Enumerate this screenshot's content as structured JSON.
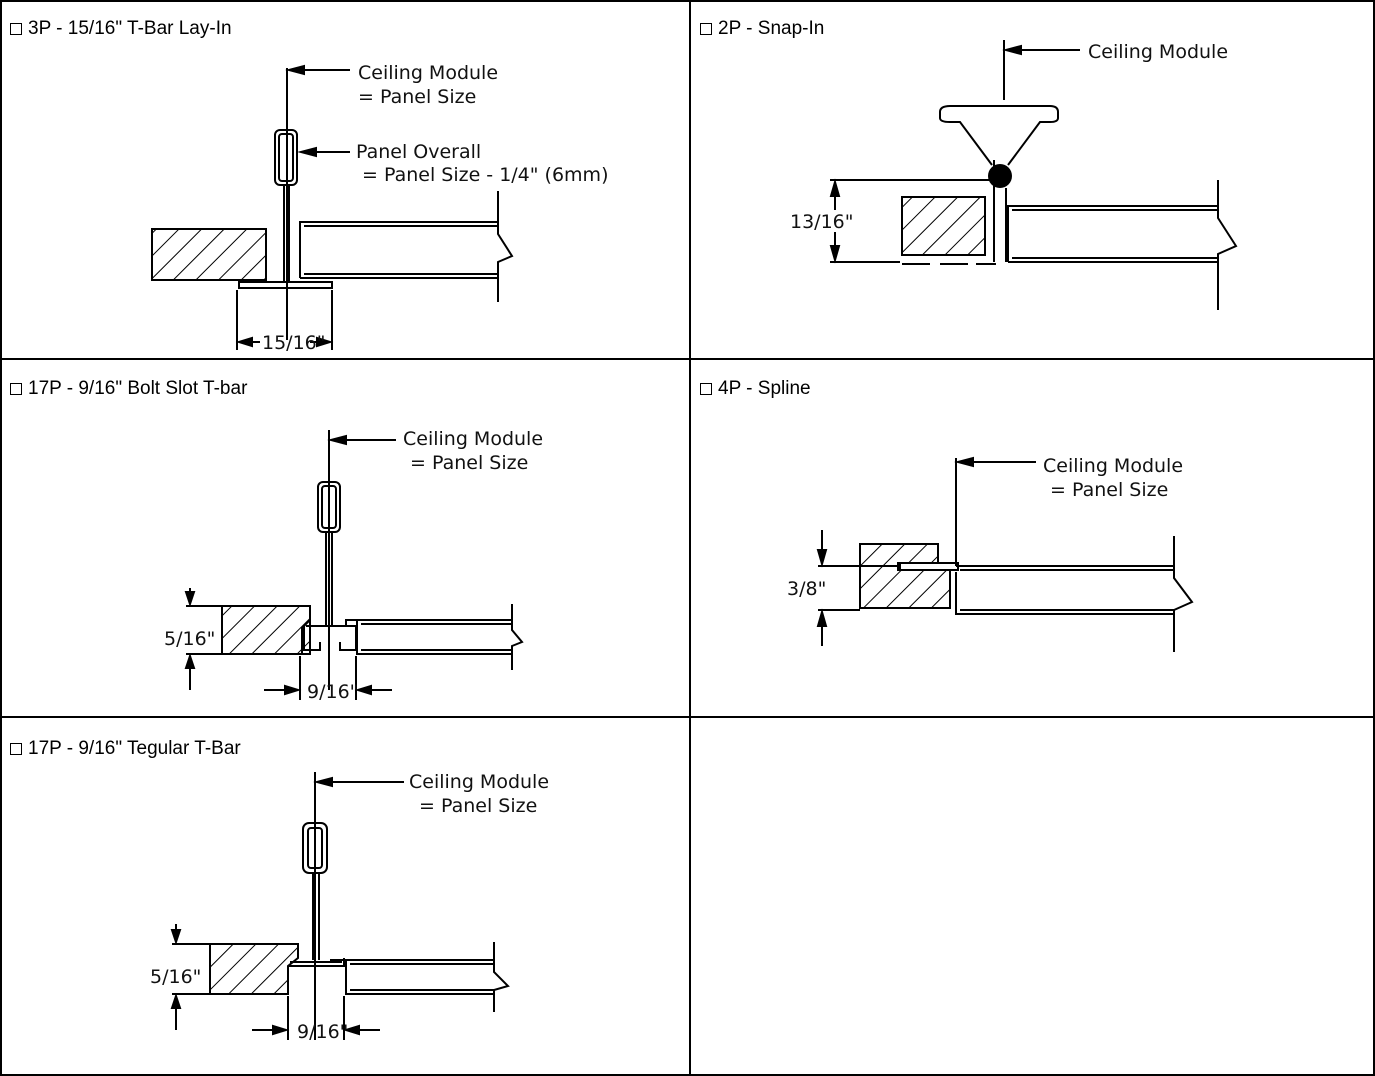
{
  "panels": [
    {
      "title": "3P - 15/16\" T-Bar Lay-In",
      "labels": {
        "module_line1": "Ceiling Module",
        "module_line2": "= Panel Size",
        "overall_line1": "Panel Overall",
        "overall_line2": "= Panel Size - 1/4\" (6mm)",
        "width": "15/16\""
      }
    },
    {
      "title": "2P - Snap-In",
      "labels": {
        "module_line1": "Ceiling Module",
        "height": "13/16\""
      }
    },
    {
      "title": "17P - 9/16\" Bolt Slot T-bar",
      "labels": {
        "module_line1": "Ceiling Module",
        "module_line2": "= Panel Size",
        "height": "5/16\"",
        "width": "9/16\""
      }
    },
    {
      "title": "4P - Spline",
      "labels": {
        "module_line1": "Ceiling Module",
        "module_line2": "= Panel Size",
        "height": "3/8\""
      }
    },
    {
      "title": "17P - 9/16\" Tegular T-Bar",
      "labels": {
        "module_line1": "Ceiling Module",
        "module_line2": "= Panel Size",
        "height": "5/16\"",
        "width": "9/16\""
      }
    }
  ]
}
